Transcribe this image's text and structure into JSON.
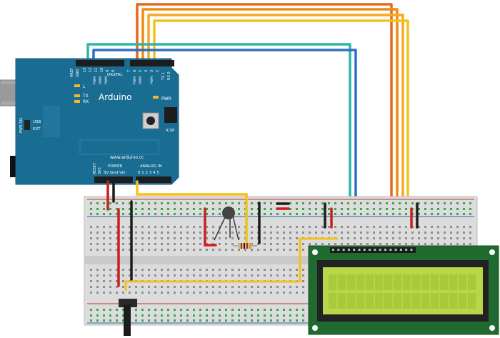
{
  "arduino": {
    "brand": "Arduino",
    "website": "www.arduino.cc",
    "aref_label": "AREF",
    "gnd_label": "GND",
    "digital_label": "DIGITAL",
    "digital_pins": [
      "13",
      "12",
      "11",
      "10",
      "9",
      "8",
      "7",
      "6",
      "5",
      "4",
      "3",
      "2",
      "TX 1",
      "RX 0"
    ],
    "pwm_label": "PWM",
    "led_l": "L",
    "tx": "TX",
    "rx": "RX",
    "pwr": "PWR",
    "icsp": "ICSP",
    "pwr_sel": "PWR SEL",
    "usb": "USB",
    "ext": "EXT",
    "reset": "RESET",
    "v33": "3V3",
    "power_label": "POWER",
    "power_pins": "5V Gnd Vin",
    "analog_label": "ANALOG IN",
    "analog_pins": "0 1 2 3 4 5",
    "colors": {
      "board": "#1a6d92",
      "board_dark": "#145877",
      "silk": "#ffffff"
    }
  },
  "wires": {
    "colors": {
      "orange": "#e8661c",
      "dark_orange": "#f08a12",
      "yellow": "#f2c21a",
      "teal": "#2ab7a9",
      "blue": "#2f6fbf",
      "red": "#c8201e",
      "black": "#1c1c1c"
    }
  },
  "lcd": {
    "colors": {
      "pcb": "#1f6a2e",
      "bezel": "#222222",
      "screen": "#b9d64a",
      "cell": "#a9c93c"
    },
    "rows": 2,
    "cols": 16
  }
}
